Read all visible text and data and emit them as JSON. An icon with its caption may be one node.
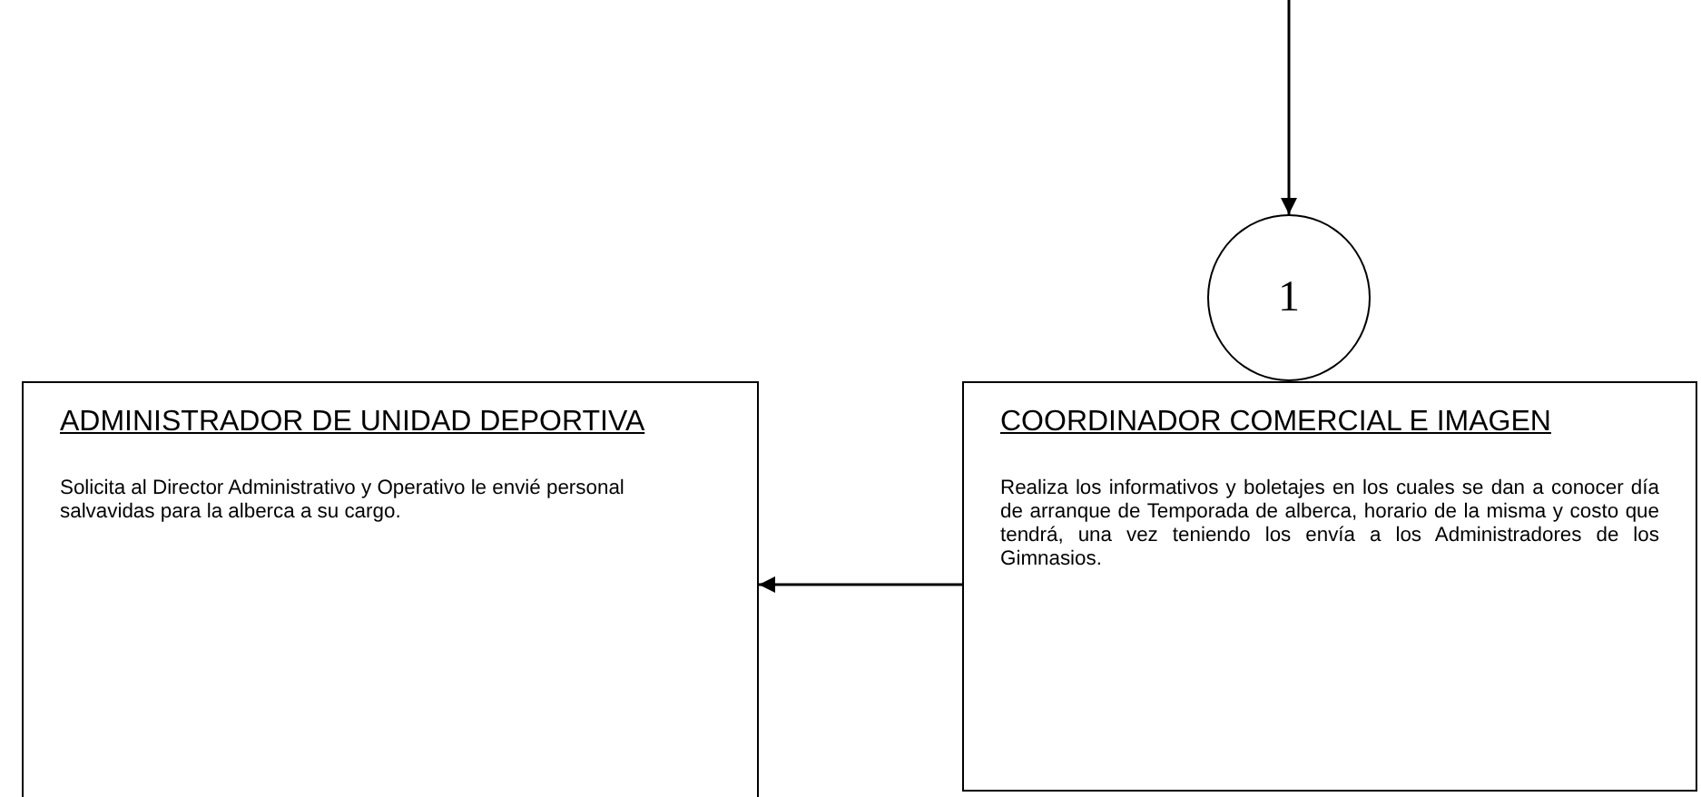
{
  "diagram": {
    "nodes": [
      {
        "text": [
          "1"
        ]
      },
      {
        "text": [
          "ADMINISTRADOR DE UNIDAD DEPORTIVA",
          "Solicita al Director Administrativo y Operativo le envié personal salvavidas para la alberca a su cargo."
        ]
      },
      {
        "text": [
          "COORDINADOR COMERCIAL E IMAGEN",
          "Realiza los informativos y boletajes en los cuales se dan a conocer día de arranque de Temporada de alberca, horario de la misma y costo que tendrá, una vez teniendo los envía a los Administradores de los Gimnasios."
        ]
      }
    ],
    "edges": [
      {
        "from": null,
        "to": 0,
        "arrow": "to"
      },
      {
        "from": 2,
        "to": 1,
        "arrow": "to"
      }
    ]
  }
}
